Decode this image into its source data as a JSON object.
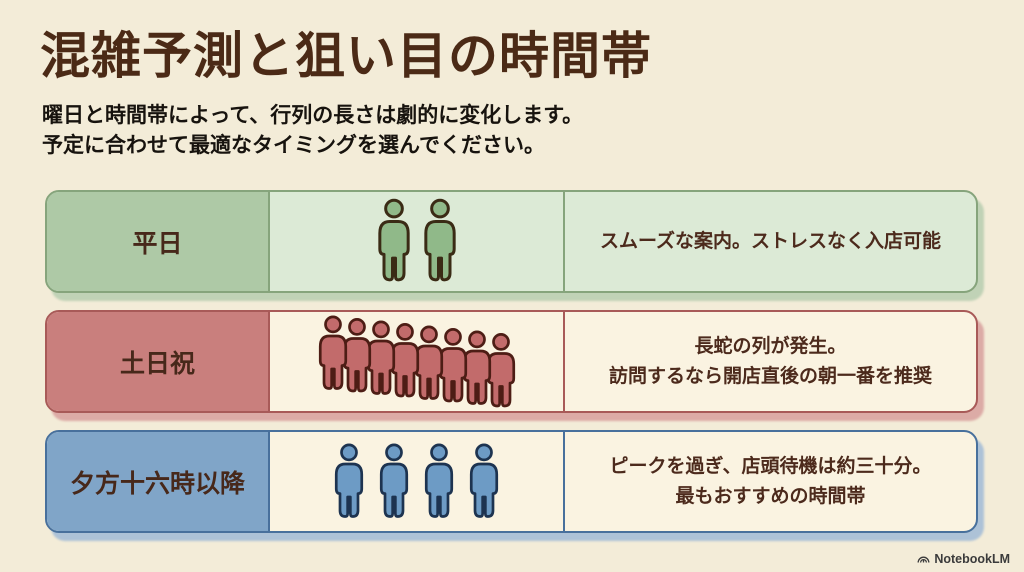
{
  "header": {
    "title": "混雑予測と狙い目の時間帯",
    "subtitle_line1": "曜日と時間帯によって、行列の長さは劇的に変化します。",
    "subtitle_line2": "予定に合わせて最適なタイミングを選んでください。"
  },
  "rows": [
    {
      "id": "weekday",
      "label": "平日",
      "icons": {
        "count": 2,
        "overlap": false,
        "icon_name": "person-icon"
      },
      "description_lines": [
        "スムーズな案内。ストレスなく入店可能"
      ],
      "colors": {
        "label_bg": "#aec9a6",
        "cell_bg": "#dcead6",
        "border": "#86a47c",
        "shadow": "#c0d2b6",
        "icon_fill": "#90b989",
        "icon_stroke": "#3a2b15"
      }
    },
    {
      "id": "weekend-holiday",
      "label": "土日祝",
      "icons": {
        "count": 8,
        "overlap": true,
        "icon_name": "person-icon"
      },
      "description_lines": [
        "長蛇の列が発生。",
        "訪問するなら開店直後の朝一番を推奨"
      ],
      "colors": {
        "label_bg": "#c97f7d",
        "cell_bg": "#faf3e1",
        "border": "#a85a58",
        "shadow": "#dcaba6",
        "icon_fill": "#c26b6b",
        "icon_stroke": "#4d1d15"
      }
    },
    {
      "id": "evening-after-16",
      "label": "夕方十六時以降",
      "icons": {
        "count": 4,
        "overlap": false,
        "icon_name": "person-icon"
      },
      "description_lines": [
        "ピークを過ぎ、店頭待機は約三十分。",
        "最もおすすめの時間帯"
      ],
      "colors": {
        "label_bg": "#80a5c8",
        "cell_bg": "#faf3e1",
        "border": "#48709c",
        "shadow": "#adc2d7",
        "icon_fill": "#6d9bc5",
        "icon_stroke": "#1d3350"
      }
    }
  ],
  "footer": {
    "brand": "NotebookLM"
  },
  "page_colors": {
    "background": "#f3ecd8",
    "title_text": "#4b2a16",
    "body_text": "#17130e",
    "row_text": "#4c2a1c"
  }
}
